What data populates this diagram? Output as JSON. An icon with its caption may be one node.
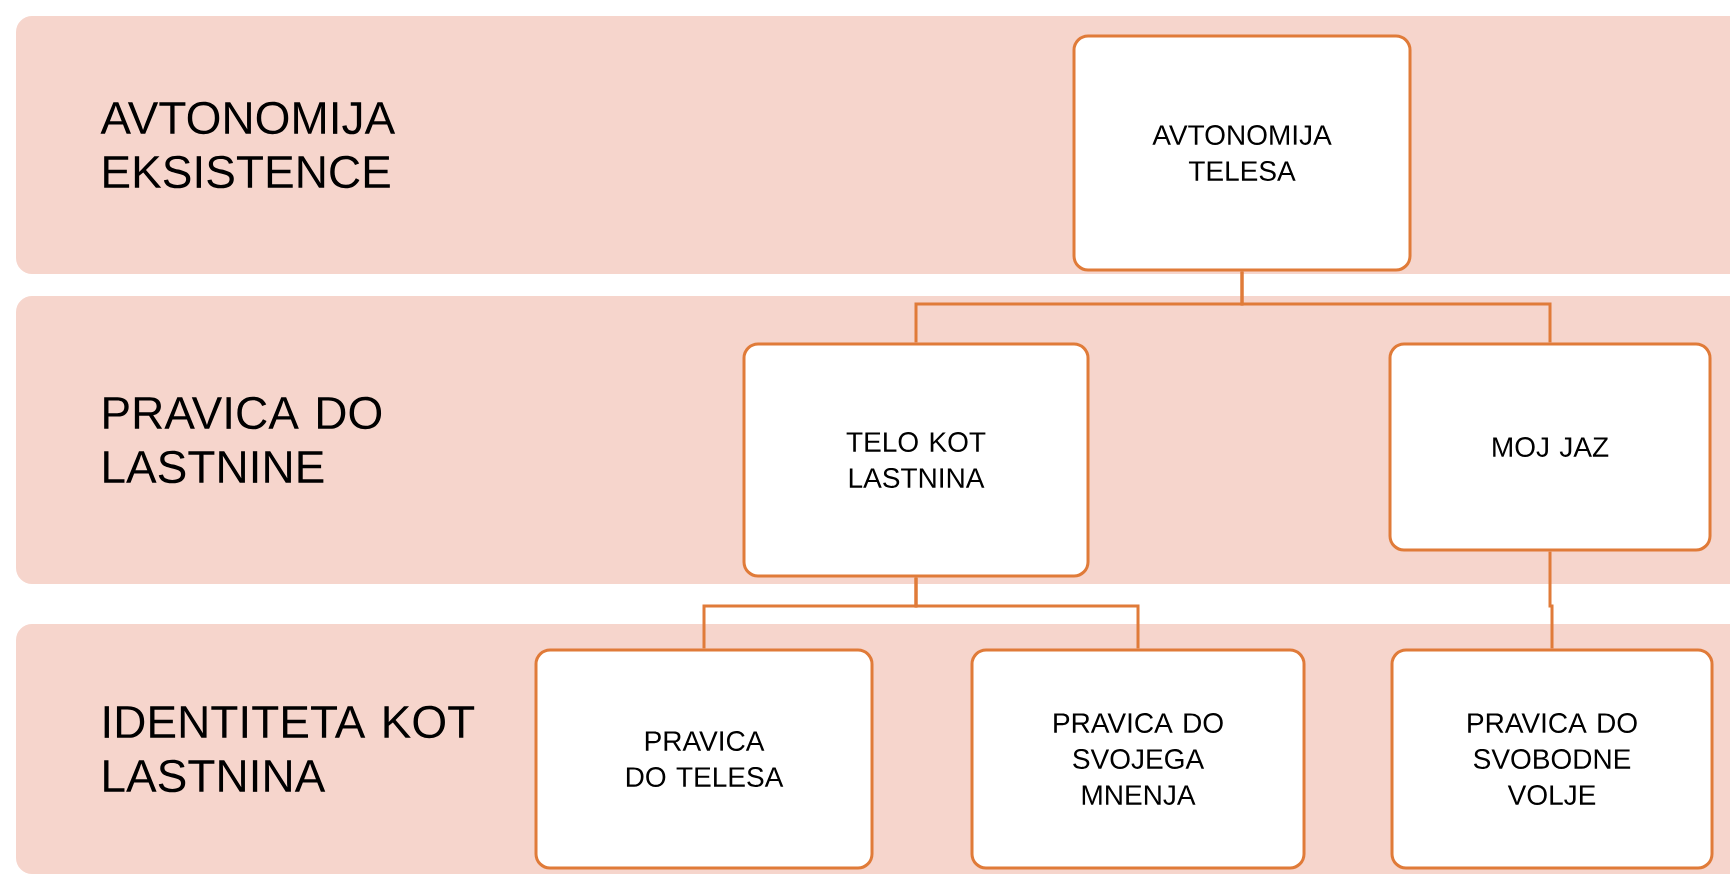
{
  "diagram": {
    "nodes": [
      {
        "text": [
          "AVTONOMIJA EKSISTENCE"
        ]
      },
      {
        "text": [
          "AVTONOMIJA TELESA"
        ],
        "in": 0
      },
      {
        "text": [
          "PRAVICA DO LASTNINE"
        ]
      },
      {
        "text": [
          "TELO KOT LASTNINA"
        ],
        "in": 2
      },
      {
        "text": [
          "MOJ JAZ"
        ],
        "in": 2
      },
      {
        "text": [
          "IDENTITETA KOT LASTNINA"
        ]
      },
      {
        "text": [
          "PRAVICA DO TELESA"
        ],
        "in": 5
      },
      {
        "text": [
          "PRAVICA DO SVOJEGA MNENJA"
        ],
        "in": 5
      },
      {
        "text": [
          "PRAVICA DO SVOBODNE VOLJE"
        ],
        "in": 5
      }
    ],
    "edges": [
      {
        "from": 1,
        "to": 3,
        "arrow": "none"
      },
      {
        "from": 1,
        "to": 4,
        "arrow": "none"
      },
      {
        "from": 3,
        "to": 6,
        "arrow": "none"
      },
      {
        "from": 3,
        "to": 7,
        "arrow": "none"
      },
      {
        "from": 4,
        "to": 8,
        "arrow": "none"
      }
    ]
  }
}
